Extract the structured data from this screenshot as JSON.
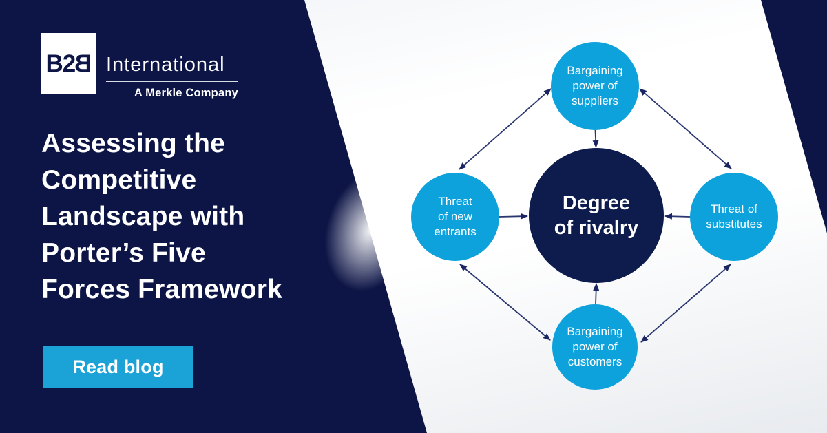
{
  "brand": {
    "logo_text_main": "B2",
    "logo_text_mirrored": "B",
    "name": "International",
    "tagline": "A Merkle Company"
  },
  "hero": {
    "headline": "Assessing the\nCompetitive\nLandscape with\nPorter’s Five\nForces Framework",
    "cta_label": "Read blog"
  },
  "diagram": {
    "center_label": "Degree\nof rivalry",
    "top_label": "Bargaining\npower of\nsuppliers",
    "left_label": "Threat\nof new\nentrants",
    "right_label": "Threat of\nsubstitutes",
    "bottom_label": "Bargaining\npower of\ncustomers"
  },
  "colors": {
    "navy": "#0d1546",
    "circle_navy": "#0d1b4d",
    "circle_blue": "#0da2db",
    "button_blue": "#1ba2d6",
    "arrow": "#232f68",
    "text": "#ffffff"
  }
}
